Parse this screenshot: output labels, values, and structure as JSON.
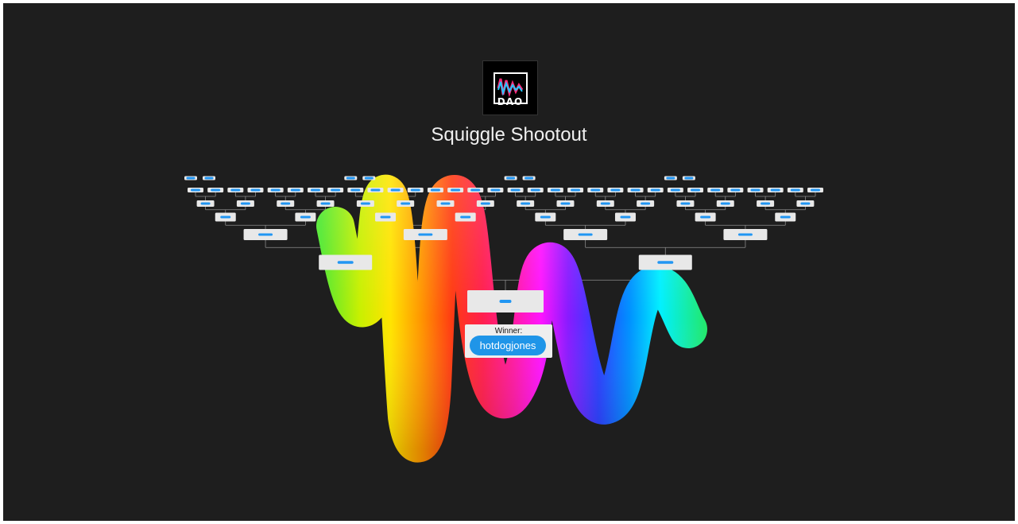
{
  "title": "Squiggle Shootout",
  "logo": {
    "text": "DAO"
  },
  "winner": {
    "label": "Winner:",
    "name": "hotdogjones"
  },
  "colors": {
    "background": "#1e1e1e",
    "box": "#e8e8e8",
    "pill": "#2196f3",
    "connector": "#8a8a8a"
  },
  "icons": {
    "logo": "dao-squiggle-logo-icon"
  }
}
